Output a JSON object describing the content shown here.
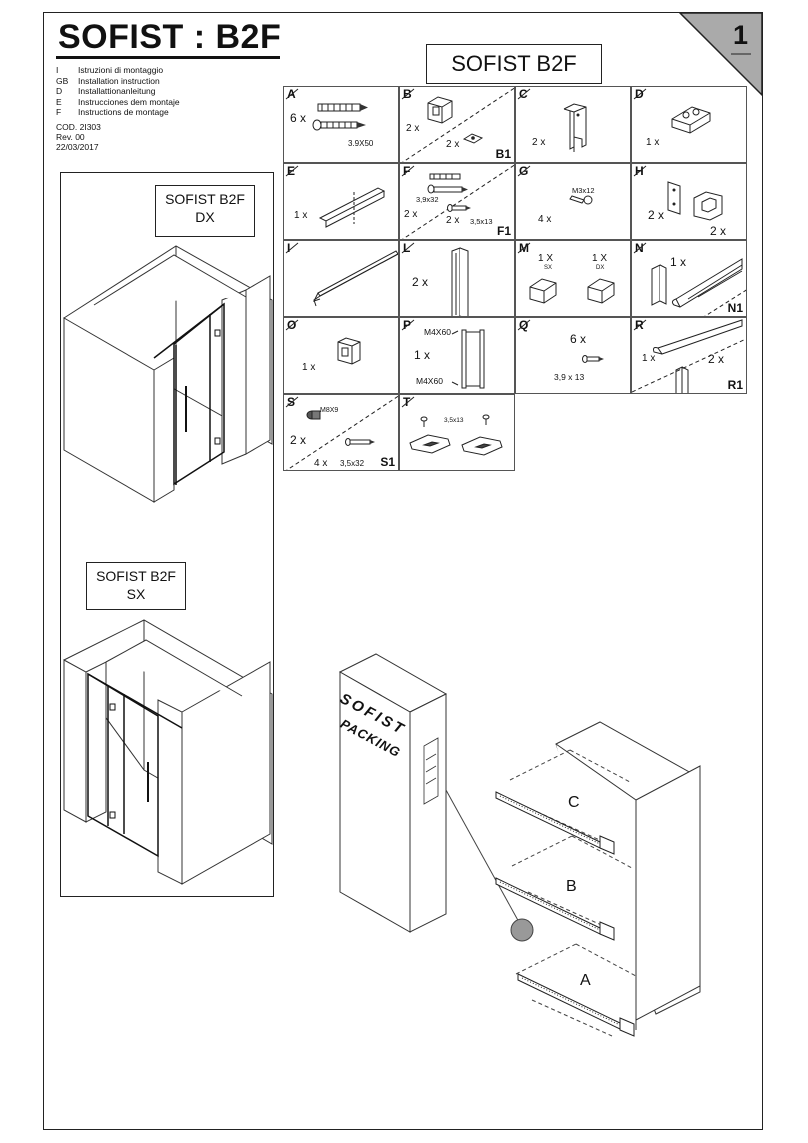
{
  "header": {
    "title": "SOFIST : B2F",
    "page_number": "1",
    "product_label": "SOFIST B2F"
  },
  "languages": [
    {
      "code": "I",
      "text": "Istruzioni di montaggio"
    },
    {
      "code": "GB",
      "text": "Installation instruction"
    },
    {
      "code": "D",
      "text": "Installattionanleitung"
    },
    {
      "code": "E",
      "text": "Instrucciones dem montaje"
    },
    {
      "code": "F",
      "text": "Instructions de montage"
    }
  ],
  "meta": {
    "code": "COD. 2I303",
    "rev": "Rev. 00",
    "date": "22/03/2017"
  },
  "parts": {
    "A": {
      "letter": "A",
      "qty": "6 x",
      "spec": "3.9X50"
    },
    "B": {
      "letter": "B",
      "qty1": "2 x",
      "qty2": "2 x",
      "tag": "B1"
    },
    "C": {
      "letter": "C",
      "qty": "2 x"
    },
    "D": {
      "letter": "D",
      "qty": "1 x"
    },
    "E": {
      "letter": "E",
      "qty": "1 x"
    },
    "F": {
      "letter": "F",
      "spec1": "3,9x32",
      "spec2": "3,5x13",
      "qty1": "2 x",
      "qty2": "2 x",
      "tag": "F1"
    },
    "G": {
      "letter": "G",
      "spec": "M3x12",
      "qty": "4 x"
    },
    "H": {
      "letter": "H",
      "qty1": "2 x",
      "qty2": "2 x"
    },
    "I": {
      "letter": "I"
    },
    "L": {
      "letter": "L",
      "qty": "2 x"
    },
    "M": {
      "letter": "M",
      "qty1": "1 X",
      "sub1": "SX",
      "qty2": "1 X",
      "sub2": "DX"
    },
    "N": {
      "letter": "N",
      "qty": "1 x",
      "tag": "N1"
    },
    "O": {
      "letter": "O",
      "qty": "1 x"
    },
    "P": {
      "letter": "P",
      "spec1": "M4X60",
      "qty": "1 x",
      "spec2": "M4X60"
    },
    "Q": {
      "letter": "Q",
      "qty": "6 x",
      "spec": "3,9 x 13"
    },
    "R": {
      "letter": "R",
      "qty1": "1 x",
      "qty2": "2 x",
      "tag": "R1"
    },
    "S": {
      "letter": "S",
      "spec1": "M8X9",
      "qty1": "2 x",
      "qty2": "4 x",
      "spec2": "3,5x32",
      "tag": "S1"
    },
    "T": {
      "letter": "T",
      "spec": "3,5x13"
    }
  },
  "variants": {
    "dx_line1": "SOFIST B2F",
    "dx_line2": "DX",
    "sx_line1": "SOFIST B2F",
    "sx_line2": "SX"
  },
  "packing": {
    "line1": "SOFIST",
    "line2": "PACKING",
    "labels": [
      "C",
      "B",
      "A"
    ]
  }
}
